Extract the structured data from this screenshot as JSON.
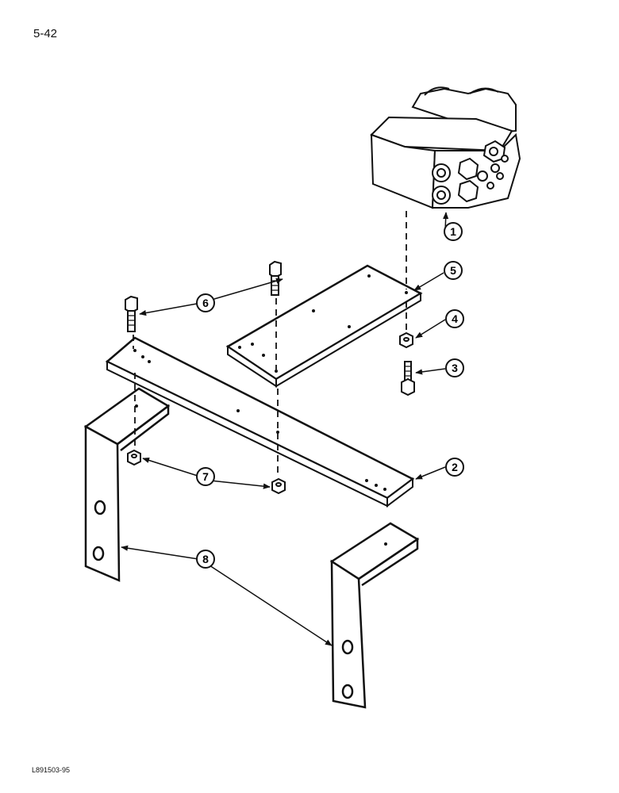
{
  "page": {
    "number": "5-42",
    "reference_code": "L891503-95"
  },
  "callouts": [
    {
      "label": "1",
      "part": "steering-control-valve"
    },
    {
      "label": "2",
      "part": "mounting-bar"
    },
    {
      "label": "3",
      "part": "bolt"
    },
    {
      "label": "4",
      "part": "nut"
    },
    {
      "label": "5",
      "part": "mounting-plate"
    },
    {
      "label": "6",
      "part": "bolt"
    },
    {
      "label": "7",
      "part": "nut"
    },
    {
      "label": "8",
      "part": "bracket"
    }
  ],
  "colors": {
    "ink": "#111111",
    "paper": "#ffffff"
  }
}
